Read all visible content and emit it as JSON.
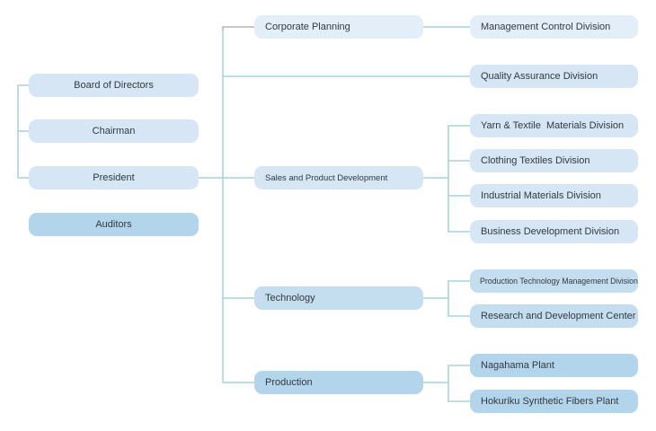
{
  "colors": {
    "line": "#a9d3dd",
    "line_gray": "#b5b5b5"
  },
  "governance": {
    "board_of_directors": "Board of Directors",
    "chairman": "Chairman",
    "president": "President",
    "auditors": "Auditors"
  },
  "departments": {
    "corporate_planning": {
      "label": "Corporate Planning",
      "divisions": [
        "Management Control Division"
      ]
    },
    "quality_assurance": "Quality Assurance Division",
    "sales_and_product_development": {
      "label": "Sales and Product Development",
      "divisions": [
        "Yarn & Textile  Materials Division",
        "Clothing Textiles Division",
        "Industrial Materials Division",
        "Business Development Division"
      ]
    },
    "technology": {
      "label": "Technology",
      "divisions": [
        "Production Technology Management Division",
        "Research and Development Center"
      ]
    },
    "production": {
      "label": "Production",
      "divisions": [
        "Nagahama Plant",
        "Hokuriku Synthetic Fibers Plant"
      ]
    }
  }
}
